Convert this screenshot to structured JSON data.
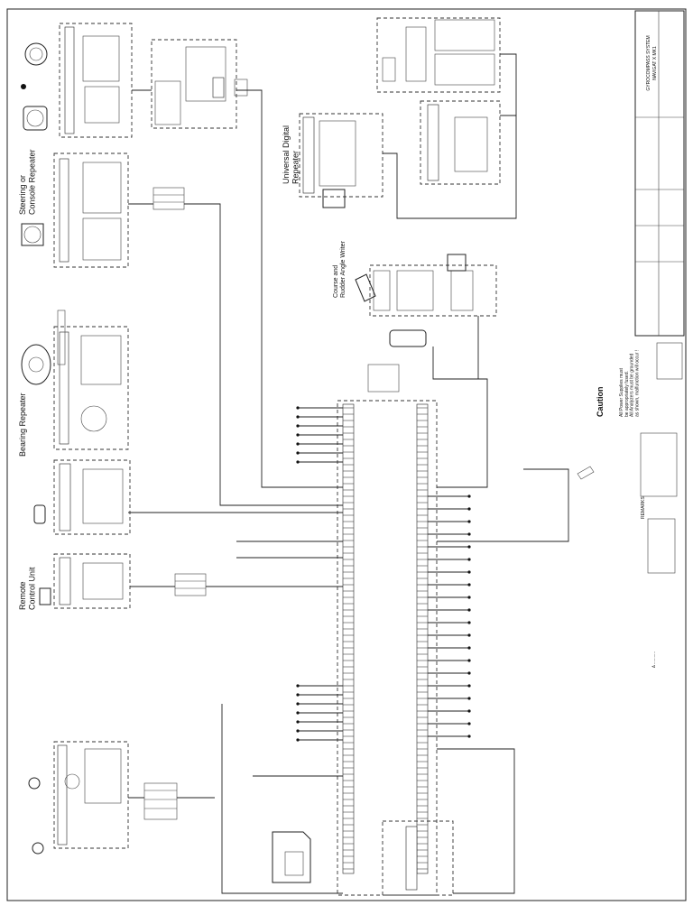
{
  "labels": {
    "remote_control_unit": "Remote\nControl Unit",
    "bearing_repeater": "Bearing Repeater",
    "steering_repeater": "Steering or\nConsole Repeater",
    "universal_repeater": "Universal Digital\nRepeater",
    "course_rudder_writer": "Course and\nRudder Angle Writer",
    "caution_title": "Caution",
    "caution_text": "All Power Supplies must\nbe appropriately fused.\nAll Analyzers must be grounded\nas shown, malfunction will occur !",
    "system_title": "GYROCOMPASS SYSTEM\nNAVIGAT X MK1",
    "remarks_title": "REMARKS"
  },
  "colors": {
    "ink": "#111111",
    "paper": "#ffffff"
  }
}
